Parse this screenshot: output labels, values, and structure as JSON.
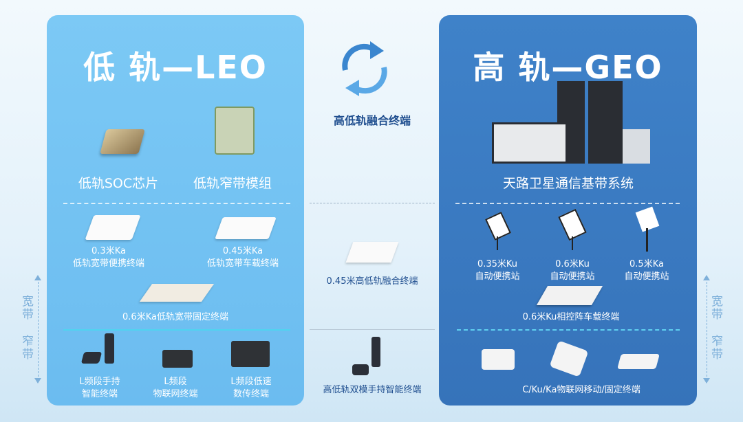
{
  "leo": {
    "title": "低 轨—LEO",
    "top_items": [
      "低轨SOC芯片",
      "低轨窄带模组"
    ],
    "wideband": [
      {
        "line1": "0.3米Ka",
        "line2": "低轨宽带便携终端"
      },
      {
        "line1": "0.45米Ka",
        "line2": "低轨宽带车载终端"
      },
      {
        "line1": "0.6米Ka低轨宽带固定终端"
      }
    ],
    "narrowband": [
      {
        "line1": "L频段手持",
        "line2": "智能终端"
      },
      {
        "line1": "L频段",
        "line2": "物联网终端"
      },
      {
        "line1": "L频段低速",
        "line2": "数传终端"
      }
    ]
  },
  "center": {
    "icon": "sync-arrows-icon",
    "title": "高低轨融合终端",
    "wideband_item": "0.45米高低轨融合终端",
    "narrowband_item": "高低轨双模手持智能终端"
  },
  "geo": {
    "title": "高 轨—GEO",
    "top_item": "天路卫星通信基带系统",
    "wideband": [
      {
        "line1": "0.35米Ku",
        "line2": "自动便携站"
      },
      {
        "line1": "0.6米Ku",
        "line2": "自动便携站"
      },
      {
        "line1": "0.5米Ka",
        "line2": "自动便携站"
      },
      {
        "line1": "0.6米Ku相控阵车载终端"
      }
    ],
    "narrowband_item": "C/Ku/Ka物联网移动/固定终端"
  },
  "axis": {
    "wide": "宽带",
    "narrow": "窄带"
  },
  "colors": {
    "leo_panel": "#6fc0f2",
    "geo_panel": "#3a7bc2",
    "center_text": "#1f4e8f",
    "axis": "#7eb0da"
  }
}
